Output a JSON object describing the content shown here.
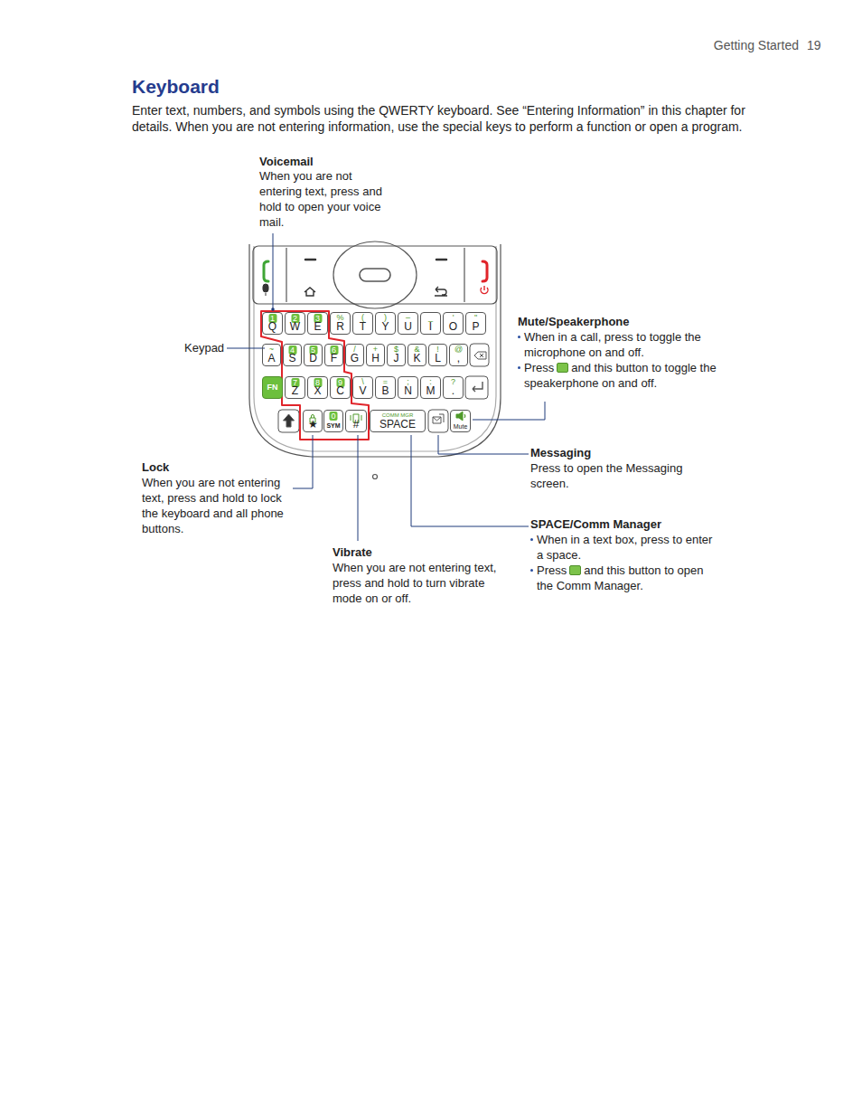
{
  "diagram": {
    "title": "Keyboard",
    "nodes": [
      {
        "text": [
          "1",
          "Q"
        ]
      },
      {
        "text": [
          "2",
          "W"
        ]
      },
      {
        "text": [
          "3",
          "E"
        ]
      },
      {
        "text": [
          "%",
          "R"
        ]
      },
      {
        "text": [
          "(",
          "T"
        ]
      },
      {
        "text": [
          ")",
          "Y"
        ]
      },
      {
        "text": [
          "–",
          "U"
        ]
      },
      {
        "text": [
          "_",
          "I"
        ]
      },
      {
        "text": [
          "'",
          "O"
        ]
      },
      {
        "text": [
          "\"",
          "P"
        ]
      },
      {
        "text": [
          "~",
          "A"
        ]
      },
      {
        "text": [
          "4",
          "S"
        ]
      },
      {
        "text": [
          "5",
          "D"
        ]
      },
      {
        "text": [
          "6",
          "F"
        ]
      },
      {
        "text": [
          "/",
          "G"
        ]
      },
      {
        "text": [
          "+",
          "H"
        ]
      },
      {
        "text": [
          "$",
          "J"
        ]
      },
      {
        "text": [
          "&",
          "K"
        ]
      },
      {
        "text": [
          "!",
          "L"
        ]
      },
      {
        "text": [
          "@",
          ","
        ]
      },
      {
        "text": [
          "FN"
        ]
      },
      {
        "text": [
          "7",
          "Z"
        ]
      },
      {
        "text": [
          "8",
          "X"
        ]
      },
      {
        "text": [
          "9",
          "C"
        ]
      },
      {
        "text": [
          "\\",
          "V"
        ]
      },
      {
        "text": [
          "=",
          "B"
        ]
      },
      {
        "text": [
          ";",
          "N"
        ]
      },
      {
        "text": [
          ":",
          "M"
        ]
      },
      {
        "text": [
          "?",
          "."
        ]
      },
      {
        "text": [
          "★"
        ]
      },
      {
        "text": [
          "0",
          "SYM"
        ]
      },
      {
        "text": [
          "#"
        ]
      },
      {
        "text": [
          "COMM MGR",
          "SPACE"
        ]
      },
      {
        "text": [
          "Mute"
        ]
      }
    ],
    "labels": [
      "Getting Started",
      "19",
      "Enter text, numbers, and symbols using the QWERTY keyboard. See “Entering Information” in this chapter for details. When you are not entering information, use the special keys to perform a function or open a program.",
      "Voicemail",
      "When you are not entering text, press and hold to open your voice mail.",
      "Keypad",
      "Mute/Speakerphone",
      "When in a call, press to toggle the microphone on and off.",
      "Press",
      "and this button to toggle the speakerphone on and off.",
      "Messaging",
      "Press to open the Messaging screen.",
      "Lock",
      "When you are not entering text, press and hold to lock the keyboard and all phone buttons.",
      "SPACE/Comm Manager",
      "When in a text box, press to enter a space.",
      "Press",
      "and this button to open the Comm Manager.",
      "Vibrate",
      "When you are not entering text, press and hold to turn vibrate mode on or off."
    ]
  }
}
